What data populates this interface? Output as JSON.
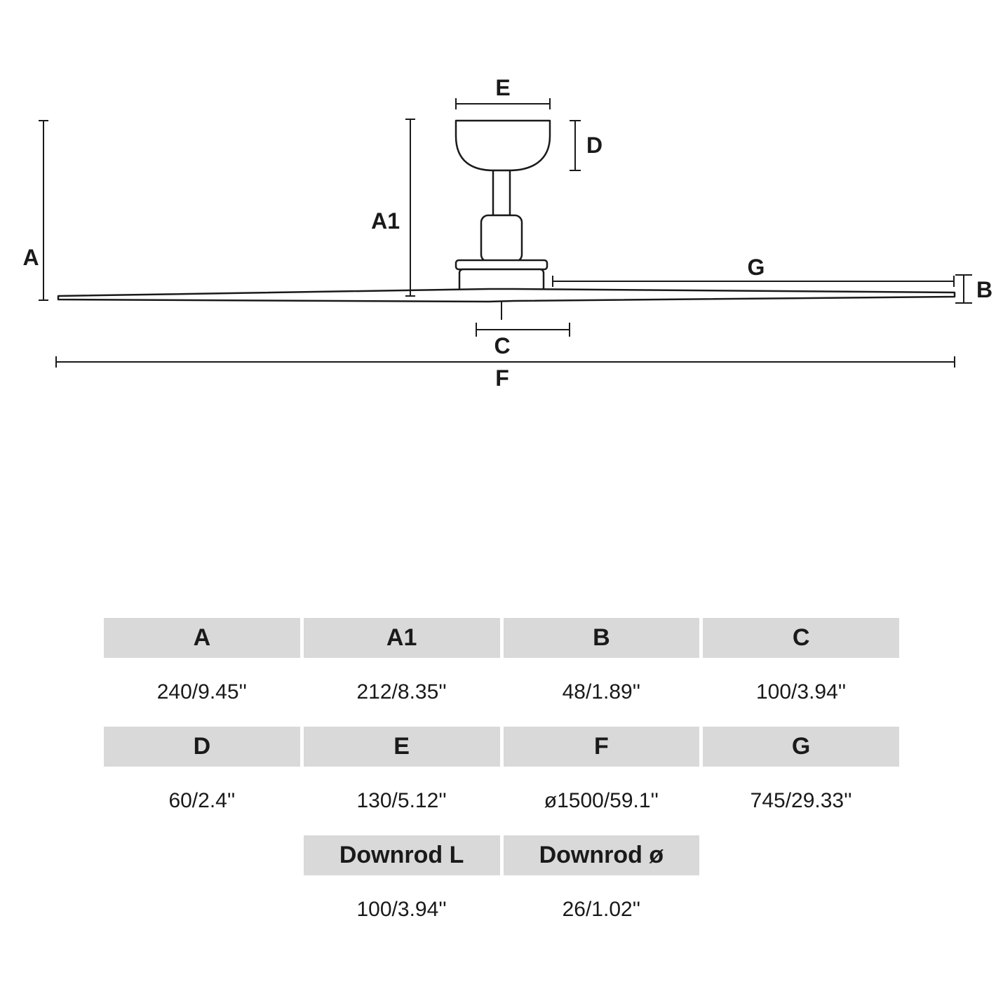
{
  "diagram": {
    "labels": {
      "A": "A",
      "A1": "A1",
      "B": "B",
      "C": "C",
      "D": "D",
      "E": "E",
      "F": "F",
      "G": "G"
    }
  },
  "table": {
    "row1": {
      "h": [
        "A",
        "A1",
        "B",
        "C"
      ],
      "v": [
        "240/9.45''",
        "212/8.35''",
        "48/1.89''",
        "100/3.94''"
      ]
    },
    "row2": {
      "h": [
        "D",
        "E",
        "F",
        "G"
      ],
      "v": [
        "60/2.4''",
        "130/5.12''",
        "ø1500/59.1''",
        "745/29.33''"
      ]
    },
    "row3": {
      "h": [
        "Downrod L",
        "Downrod ø"
      ],
      "v": [
        "100/3.94''",
        "26/1.02''"
      ]
    }
  }
}
